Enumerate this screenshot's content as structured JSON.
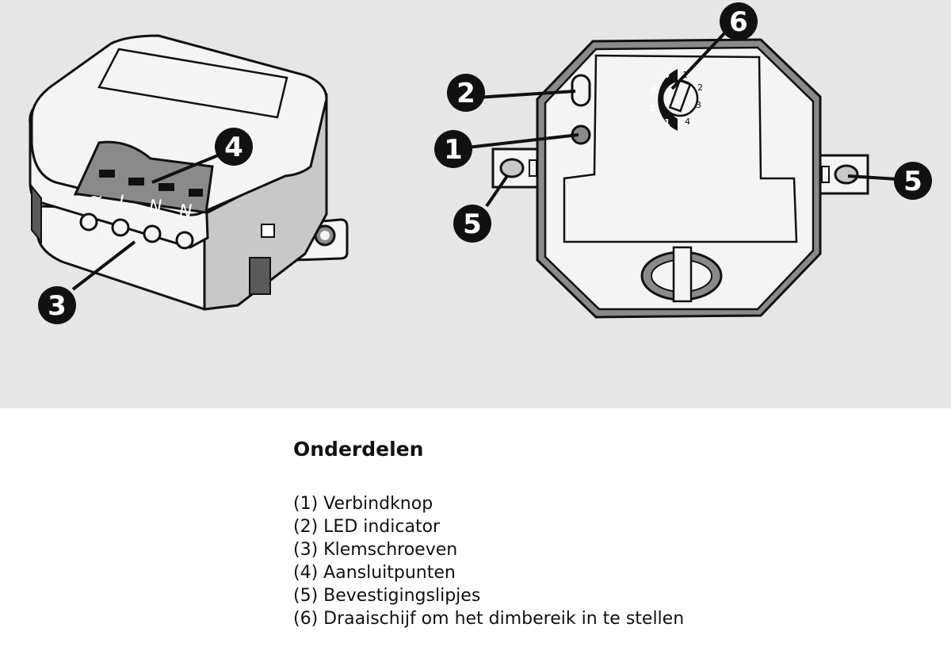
{
  "callouts": [
    "1",
    "2",
    "3",
    "4",
    "5",
    "6"
  ],
  "terminal_labels": [
    "~",
    "L",
    "N",
    "N"
  ],
  "dial": {
    "outer_numbers": [
      "4",
      "3",
      "2",
      "1"
    ],
    "inner_numbers": [
      "1",
      "2",
      "3",
      "4"
    ]
  },
  "legend": {
    "title": "Onderdelen",
    "items": [
      "(1) Verbindknop",
      "(2) LED indicator",
      "(3)  Klemschroeven",
      "(4) Aansluitpunten",
      "(5) Bevestigingslipjes",
      "(6) Draaischijf om het dimbereik in te stellen"
    ]
  },
  "colors": {
    "panel_background": "#e6e6e6",
    "device_body": "#f4f4f4",
    "outline": "#111111",
    "shade": "#8a8a8a"
  }
}
